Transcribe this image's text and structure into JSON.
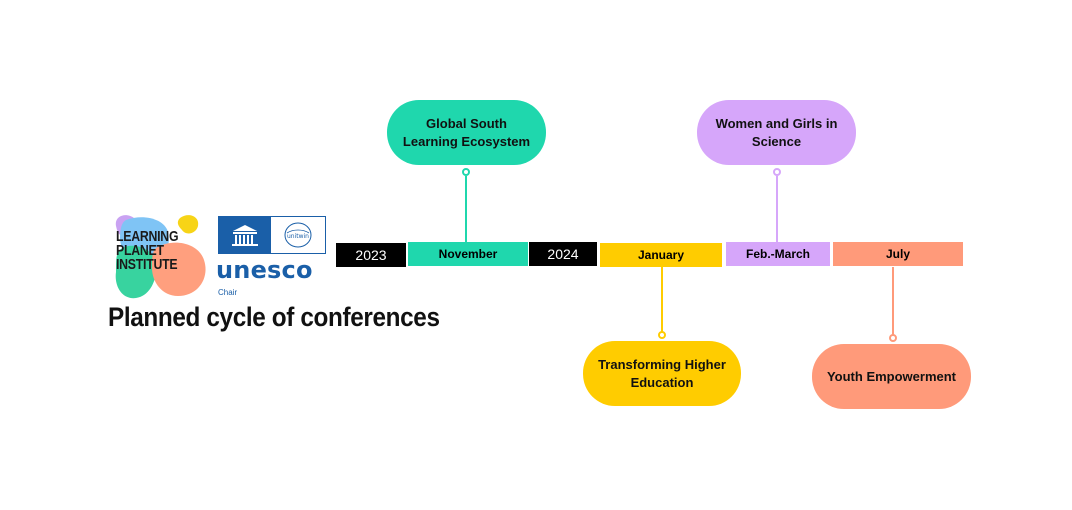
{
  "logos": {
    "lpi": {
      "line1": "LEARNING",
      "line2": "PLANET",
      "line3": "INSTITUTE"
    },
    "unesco": {
      "word": "unesco",
      "chair": "Chair",
      "twin_label": "unitwin"
    }
  },
  "title": "Planned cycle of conferences",
  "timeline": {
    "segments": [
      {
        "label": "2023",
        "kind": "year",
        "color": "#000000"
      },
      {
        "label": "November",
        "kind": "month",
        "color": "#1fd7ad"
      },
      {
        "label": "2024",
        "kind": "year",
        "color": "#000000"
      },
      {
        "label": "January",
        "kind": "month",
        "color": "#ffcc00"
      },
      {
        "label": "Feb.-March",
        "kind": "month",
        "color": "#d6a6fa"
      },
      {
        "label": "July",
        "kind": "month",
        "color": "#ff9a7a"
      }
    ],
    "events": [
      {
        "line1": "Global South",
        "line2": "Learning Ecosystem",
        "month": "November",
        "color": "#1fd7ad"
      },
      {
        "line1": "Transforming Higher",
        "line2": "Education",
        "month": "January",
        "color": "#ffcc00"
      },
      {
        "line1": "Women and Girls in",
        "line2": "Science",
        "month": "Feb.-March",
        "color": "#d6a6fa"
      },
      {
        "line1": "Youth Empowerment",
        "line2": "",
        "month": "July",
        "color": "#ff9a7a"
      }
    ]
  }
}
